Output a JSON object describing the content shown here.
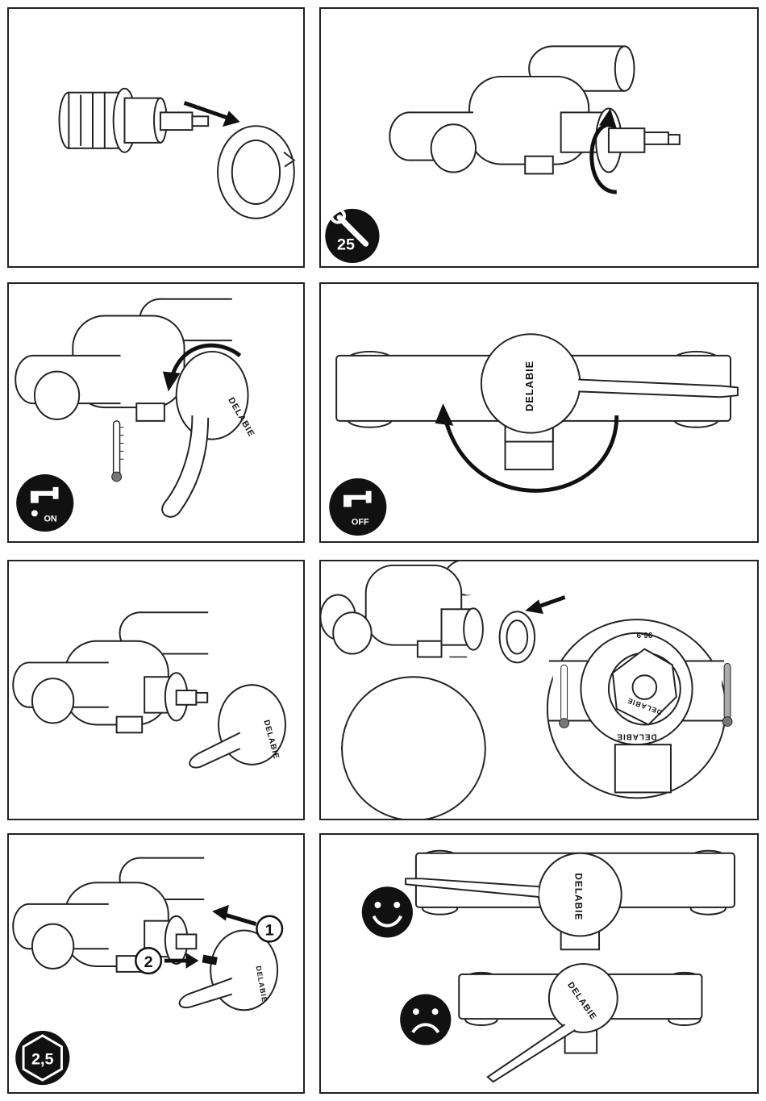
{
  "steps": [
    {
      "id": 1
    },
    {
      "id": 2,
      "badge": "25",
      "badge_icon": "wrench-icon"
    },
    {
      "id": 3,
      "badge": "ON",
      "badge_icon": "tap-on-icon",
      "brand": "DELABIE"
    },
    {
      "id": 4,
      "badge": "OFF",
      "badge_icon": "tap-off-icon",
      "brand": "DELABIE"
    },
    {
      "id": 5,
      "brand": "DELABIE"
    },
    {
      "id": 6,
      "ring_label": "96-9",
      "brand": "DELABIE",
      "brand_small": "DELABIE"
    },
    {
      "id": 7,
      "badge": "2,5",
      "badge_icon": "hex-key-icon",
      "callouts": [
        "1",
        "2"
      ],
      "brand": "DELABIE"
    },
    {
      "id": 8,
      "brand_top": "DELABIE",
      "brand_bottom": "DELABIE",
      "icons": [
        "smiley-happy-icon",
        "smiley-sad-icon"
      ]
    }
  ],
  "colors": {
    "line": "#222222",
    "badge_bg": "#111111",
    "thermo_red": "#999999"
  }
}
